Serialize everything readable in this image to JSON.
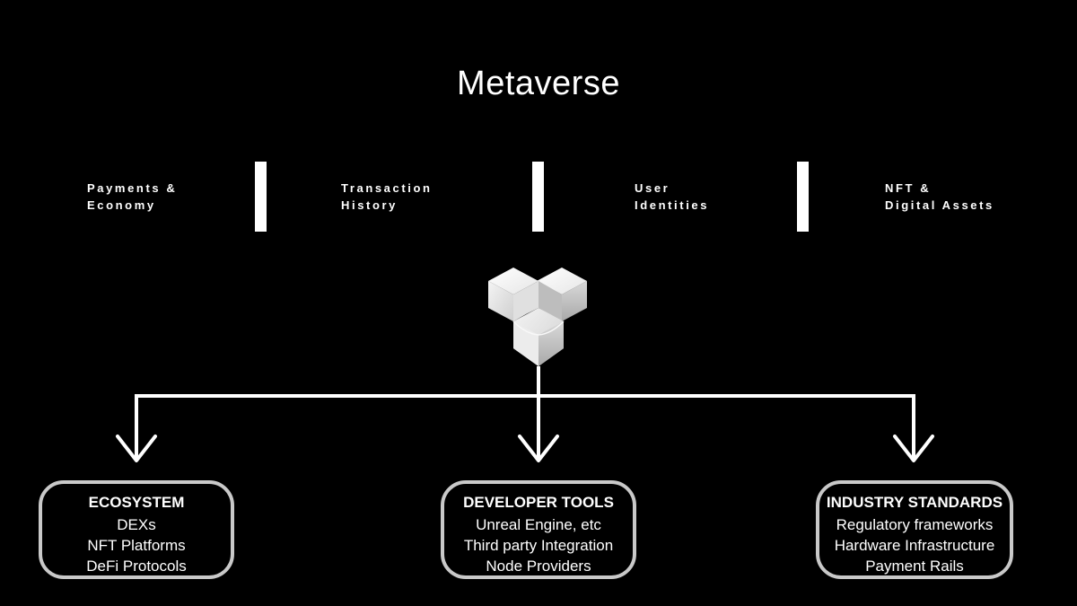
{
  "title": "Metaverse",
  "pillars": [
    {
      "line1": "Payments &",
      "line2": "Economy"
    },
    {
      "line1": "Transaction",
      "line2": "History"
    },
    {
      "line1": "User",
      "line2": "Identities"
    },
    {
      "line1": "NFT &",
      "line2": "Digital Assets"
    }
  ],
  "boxes": [
    {
      "title": "ECOSYSTEM",
      "items": [
        "DEXs",
        "NFT Platforms",
        "DeFi Protocols"
      ]
    },
    {
      "title": "DEVELOPER TOOLS",
      "items": [
        "Unreal Engine, etc",
        "Third party Integration",
        "Node Providers"
      ]
    },
    {
      "title": "INDUSTRY STANDARDS",
      "items": [
        "Regulatory frameworks",
        "Hardware Infrastructure",
        "Payment Rails"
      ]
    }
  ],
  "colors": {
    "background": "#000000",
    "foreground": "#ffffff",
    "box_border": "#c9c9c9"
  },
  "icons": {
    "center_logo": "cube-logo-icon",
    "arrow": "arrow-down-icon"
  }
}
